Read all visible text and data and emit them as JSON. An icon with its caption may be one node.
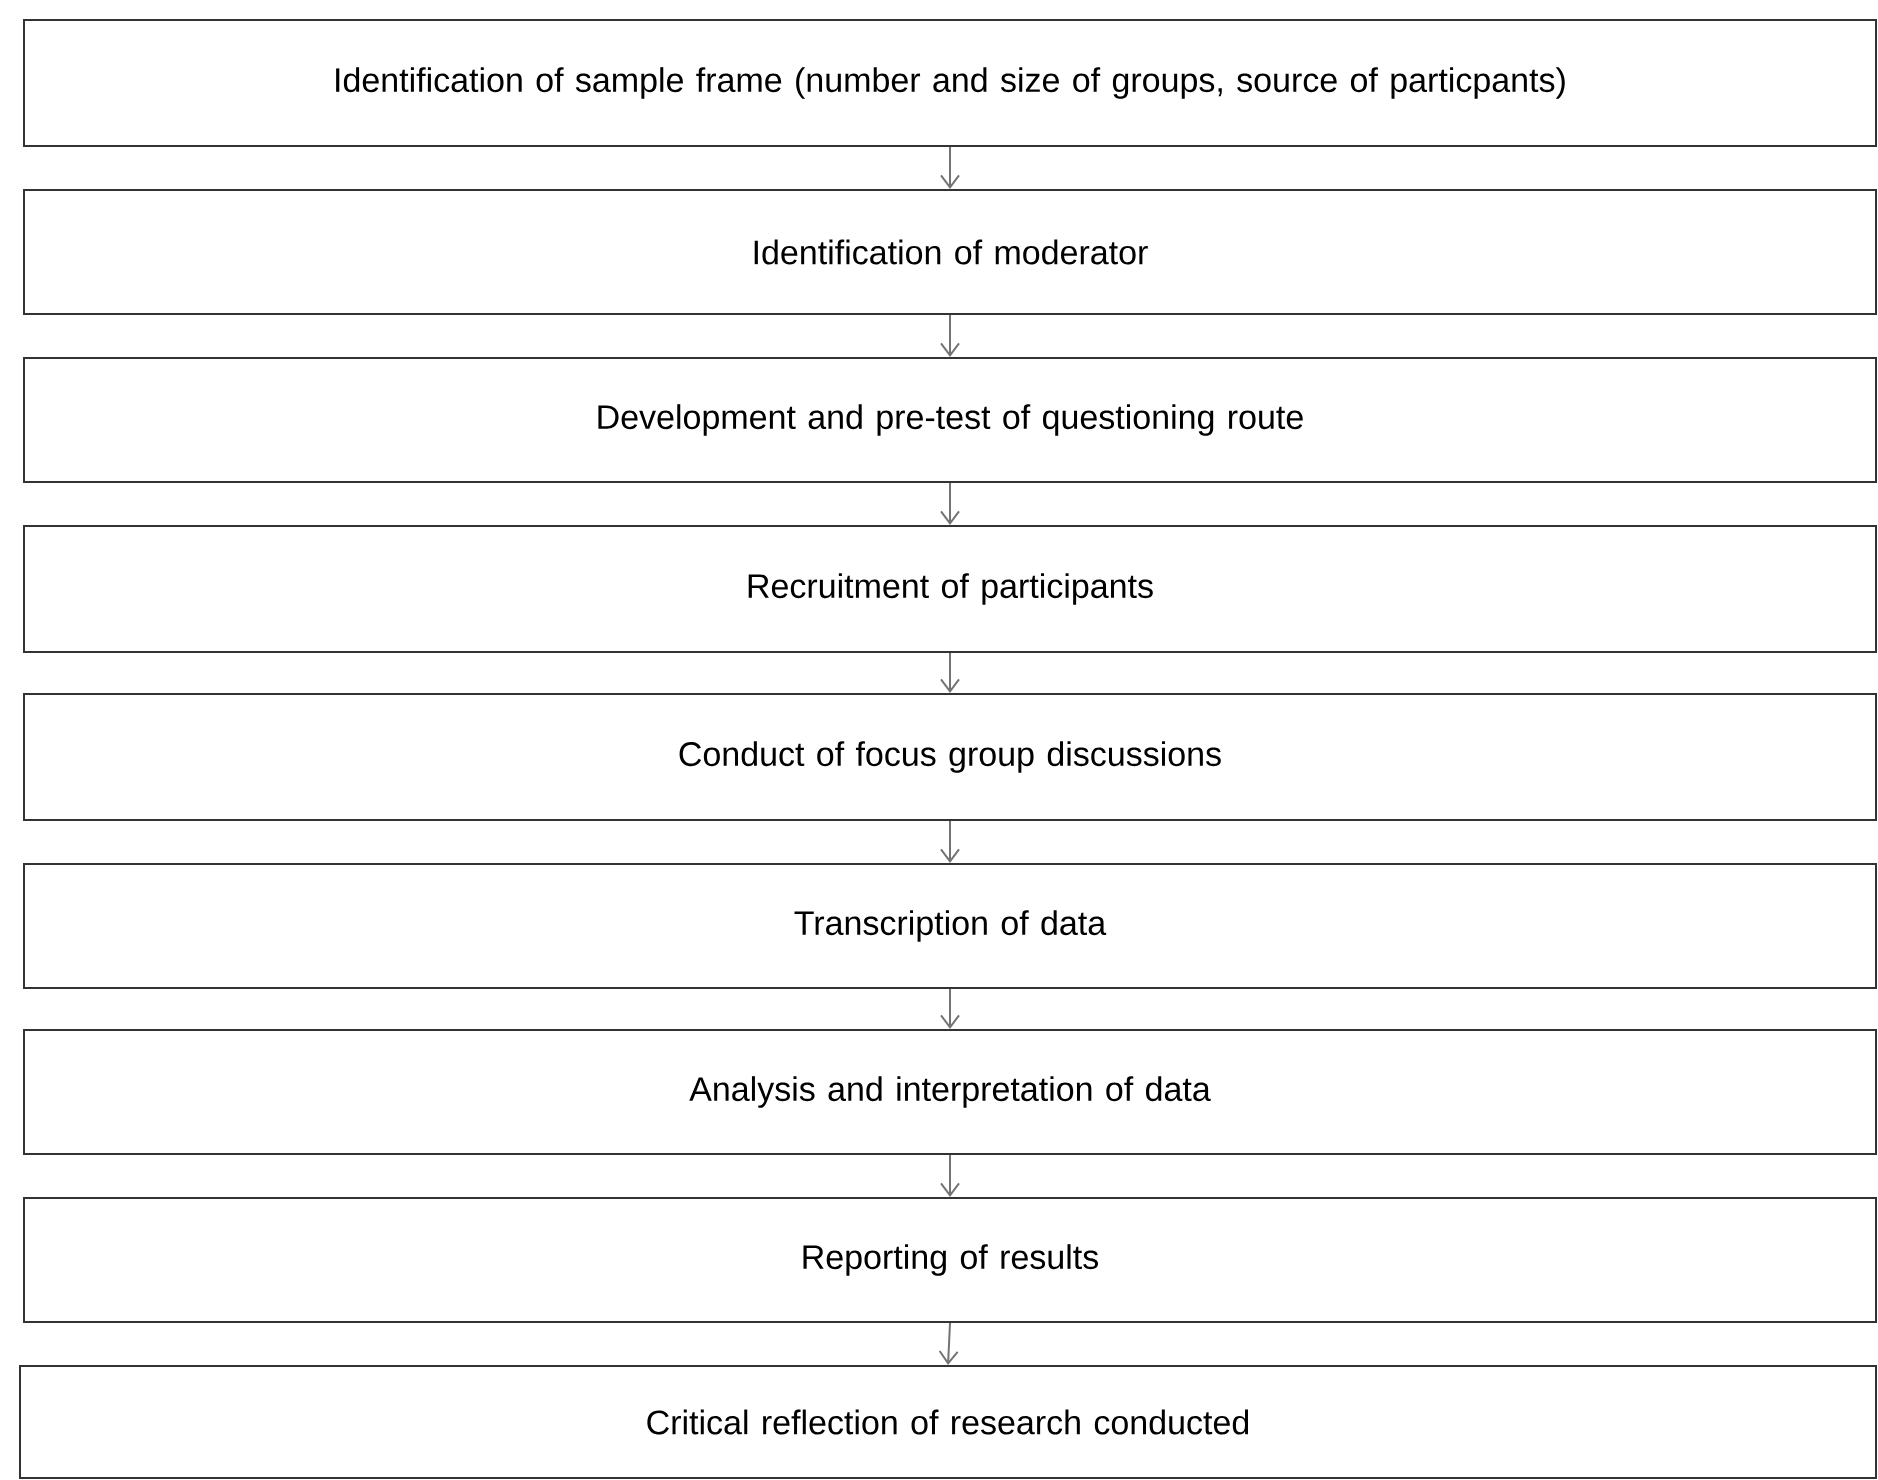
{
  "diagram": {
    "nodes": [
      {
        "text": [
          "Identification of sample frame (number and size of groups, source of particpants)"
        ]
      },
      {
        "text": [
          "Identification of moderator"
        ]
      },
      {
        "text": [
          "Development and pre-test of questioning route"
        ]
      },
      {
        "text": [
          "Recruitment of participants"
        ]
      },
      {
        "text": [
          "Conduct of focus group discussions"
        ]
      },
      {
        "text": [
          "Transcription of data"
        ]
      },
      {
        "text": [
          "Analysis and interpretation of data"
        ]
      },
      {
        "text": [
          "Reporting of results"
        ]
      },
      {
        "text": [
          "Critical reflection of research conducted"
        ]
      }
    ],
    "edges": [
      {
        "from": 0,
        "to": 1,
        "arrow": "to"
      },
      {
        "from": 1,
        "to": 2,
        "arrow": "to"
      },
      {
        "from": 2,
        "to": 3,
        "arrow": "to"
      },
      {
        "from": 3,
        "to": 4,
        "arrow": "to"
      },
      {
        "from": 4,
        "to": 5,
        "arrow": "to"
      },
      {
        "from": 5,
        "to": 6,
        "arrow": "to"
      },
      {
        "from": 6,
        "to": 7,
        "arrow": "to"
      },
      {
        "from": 7,
        "to": 8,
        "arrow": "to"
      }
    ]
  }
}
